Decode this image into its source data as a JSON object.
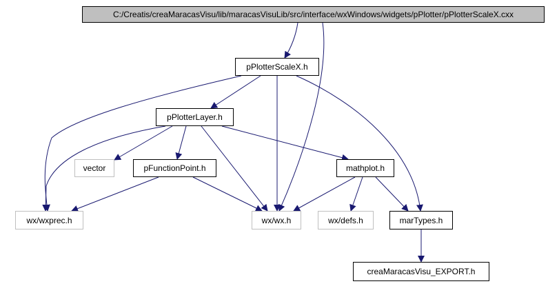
{
  "colors": {
    "edge": "#191970",
    "root_fill": "#bfbfbf",
    "external_border": "#bfbfbf",
    "node_border": "#000000"
  },
  "nodes": {
    "root": {
      "label": "C:/Creatis/creaMaracasVisu/lib/maracasVisuLib/src/interface/wxWindows/widgets/pPlotter/pPlotterScaleX.cxx"
    },
    "pPlotterScaleX_h": {
      "label": "pPlotterScaleX.h"
    },
    "pPlotterLayer_h": {
      "label": "pPlotterLayer.h"
    },
    "vector": {
      "label": "vector"
    },
    "pFunctionPoint_h": {
      "label": "pFunctionPoint.h"
    },
    "mathplot_h": {
      "label": "mathplot.h"
    },
    "wx_wxprec_h": {
      "label": "wx/wxprec.h"
    },
    "wx_wx_h": {
      "label": "wx/wx.h"
    },
    "wx_defs_h": {
      "label": "wx/defs.h"
    },
    "marTypes_h": {
      "label": "marTypes.h"
    },
    "creaMaracasVisu_EXPORT_h": {
      "label": "creaMaracasVisu_EXPORT.h"
    }
  },
  "edges": [
    [
      "root",
      "pPlotterScaleX_h"
    ],
    [
      "root",
      "wx_wx_h"
    ],
    [
      "pPlotterScaleX_h",
      "pPlotterLayer_h"
    ],
    [
      "pPlotterScaleX_h",
      "wx_wxprec_h"
    ],
    [
      "pPlotterScaleX_h",
      "wx_wx_h"
    ],
    [
      "pPlotterScaleX_h",
      "marTypes_h"
    ],
    [
      "pPlotterLayer_h",
      "wx_wxprec_h"
    ],
    [
      "pPlotterLayer_h",
      "vector"
    ],
    [
      "pPlotterLayer_h",
      "pFunctionPoint_h"
    ],
    [
      "pPlotterLayer_h",
      "wx_wx_h"
    ],
    [
      "pPlotterLayer_h",
      "mathplot_h"
    ],
    [
      "pFunctionPoint_h",
      "wx_wxprec_h"
    ],
    [
      "pFunctionPoint_h",
      "wx_wx_h"
    ],
    [
      "mathplot_h",
      "wx_wx_h"
    ],
    [
      "mathplot_h",
      "wx_defs_h"
    ],
    [
      "mathplot_h",
      "marTypes_h"
    ],
    [
      "marTypes_h",
      "creaMaracasVisu_EXPORT_h"
    ]
  ]
}
